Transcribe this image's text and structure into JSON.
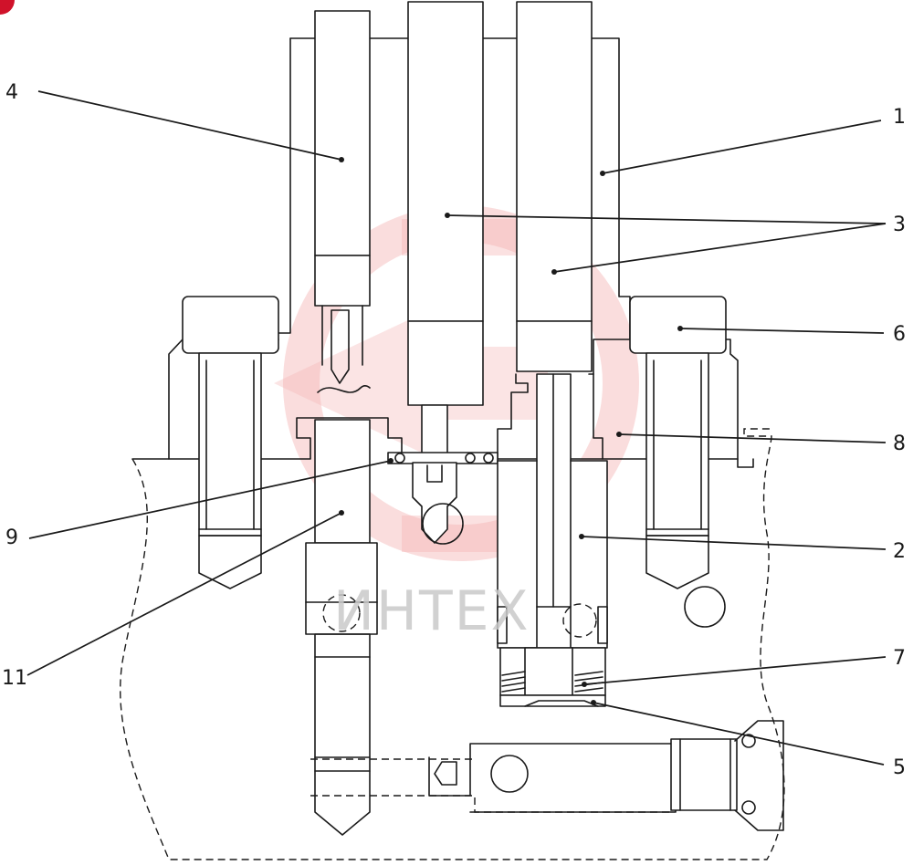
{
  "callouts": [
    {
      "id": "1",
      "label": "1"
    },
    {
      "id": "2",
      "label": "2"
    },
    {
      "id": "3",
      "label": "3"
    },
    {
      "id": "4",
      "label": "4"
    },
    {
      "id": "5",
      "label": "5"
    },
    {
      "id": "6",
      "label": "6"
    },
    {
      "id": "7",
      "label": "7"
    },
    {
      "id": "8",
      "label": "8"
    },
    {
      "id": "9",
      "label": "9"
    },
    {
      "id": "11",
      "label": "11"
    }
  ],
  "watermark": {
    "text": "ИНТЕХ",
    "color": "#f4b3b3"
  },
  "colors": {
    "line": "#1a1a1a",
    "background": "#ffffff",
    "corner_mark": "#d0122a"
  }
}
